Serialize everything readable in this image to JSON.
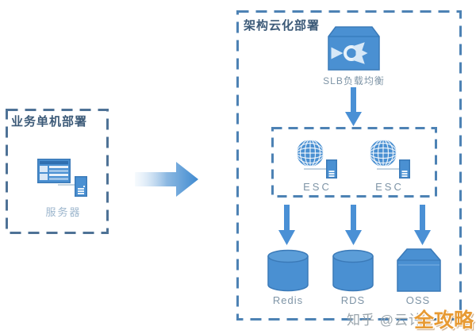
{
  "colors": {
    "primary-blue": "#4a90d2",
    "primary-blue-dark": "#3b7ab8",
    "primary-blue-light": "#5b9dd8",
    "arrow-blue": "#4a90d5",
    "left-border": "#4e7296",
    "right-border": "#4d82b4",
    "title-text": "#3c5a78",
    "label-muted": "#7e94a6",
    "label-light": "#9cb6cd",
    "watermark-gray": "#9ba6ad",
    "watermark-orange": "#e79a33"
  },
  "left_panel": {
    "title": "业务单机部署",
    "server_label": "服务器"
  },
  "right_panel": {
    "title": "架构云化部署",
    "slb_label": "SLB负载均衡",
    "esc_nodes": [
      {
        "label": "ESC"
      },
      {
        "label": "ESC"
      }
    ],
    "storage_nodes": [
      {
        "label": "Redis"
      },
      {
        "label": "RDS"
      },
      {
        "label": "OSS"
      }
    ]
  },
  "watermark": {
    "source": "知乎 @云计",
    "stamp": "全攻略"
  },
  "icons": {
    "browser-server": "browser-window-with-server-icon",
    "slb": "load-balancer-icon",
    "globe": "globe-icon",
    "server": "server-tower-icon",
    "cylinder": "database-cylinder-icon",
    "oss_box": "storage-box-icon",
    "transform_arrow": "right-gradient-arrow-icon",
    "down_arrow": "down-arrow-icon"
  }
}
